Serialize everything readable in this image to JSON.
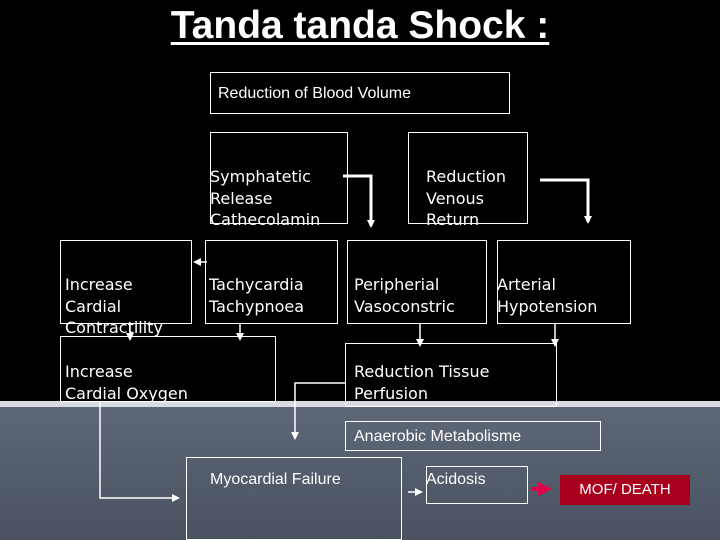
{
  "title": "Tanda tanda Shock :",
  "nodes": {
    "reduction_blood_volume": "Reduction of Blood Volume",
    "symphatetic_release": "Symphatetic\nRelease\nCathecolamin",
    "reduction_venous_return": "Reduction\nVenous\nReturn",
    "increase_cardial_contractility": "Increase\nCardial\nContractility",
    "tachycardia": "Tachycardia\nTachypnoea",
    "peripherial_vasoconstric": "Peripherial\nVasoconstric",
    "arterial_hypotension": "Arterial\nHypotension",
    "increase_cardial_oxygen": "Increase\nCardial Oxygen",
    "reduction_tissue_perfusion": "Reduction Tissue\nPerfusion",
    "anaerobic_metabolisme": "Anaerobic Metabolisme",
    "myocardial_failure": "Myocardial Failure",
    "acidosis": "Acidosis",
    "mof_death": "MOF/ DEATH"
  },
  "colors": {
    "background": "#000000",
    "lower_band": "#5e6876",
    "mof_box": "#a8001c",
    "mof_arrow": "#e0004c",
    "line": "#ffffff"
  }
}
